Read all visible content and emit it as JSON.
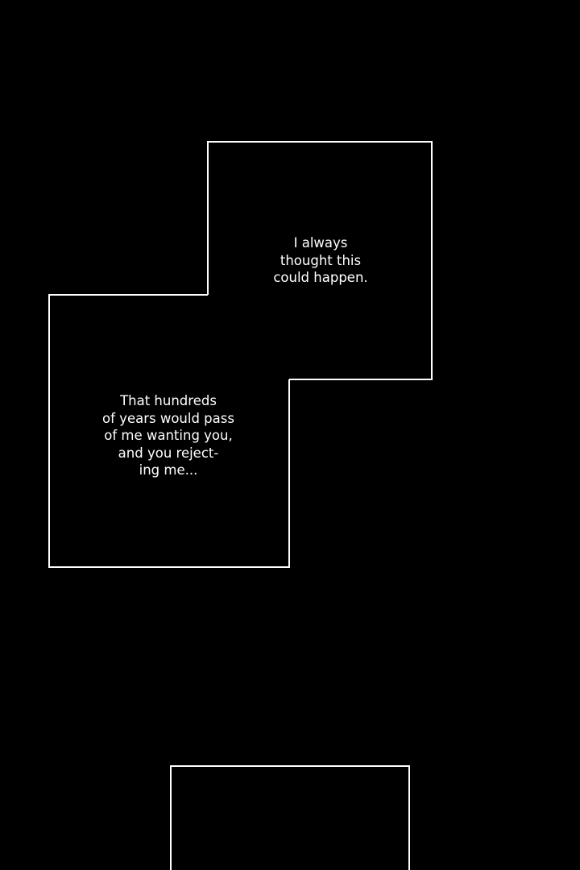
{
  "page": {
    "background": "#000000",
    "frame_color": "#ffffff"
  },
  "panels": [
    {
      "id": "panel-upper-right",
      "caption": "I always\nthought this\ncould happen."
    },
    {
      "id": "panel-middle-left",
      "caption": "That hundreds\nof years would pass\nof me wanting you,\nand you reject-\ning me..."
    },
    {
      "id": "panel-bottom",
      "caption": ""
    }
  ]
}
